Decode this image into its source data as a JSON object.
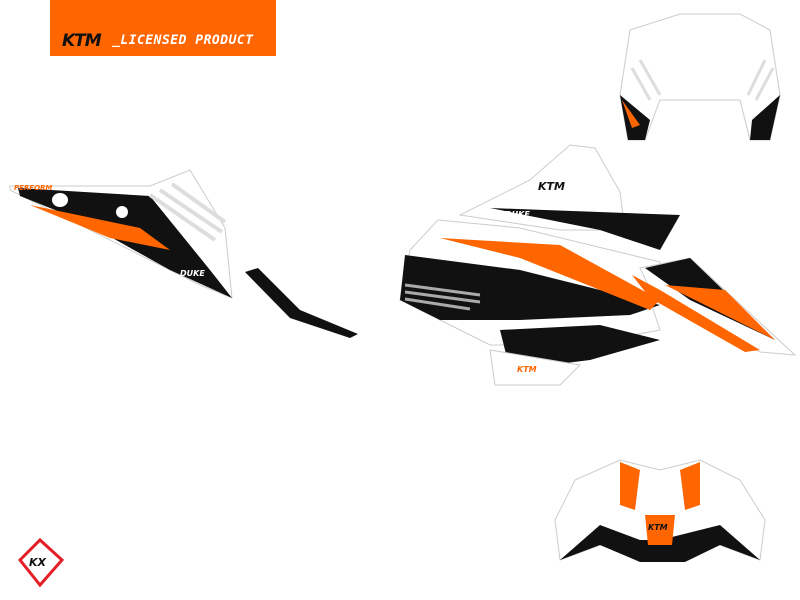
{
  "banner": {
    "brand": "KTM",
    "text": "_LICENSED PRODUCT"
  },
  "decals": {
    "brand_mark": "KTM",
    "model_text": "DUKE",
    "series_text": "PERFORM",
    "maker_logo": "KX"
  },
  "colors": {
    "orange": "#ff6600",
    "black": "#111111",
    "grey": "#b4b4b4",
    "outline": "#cccccc"
  }
}
